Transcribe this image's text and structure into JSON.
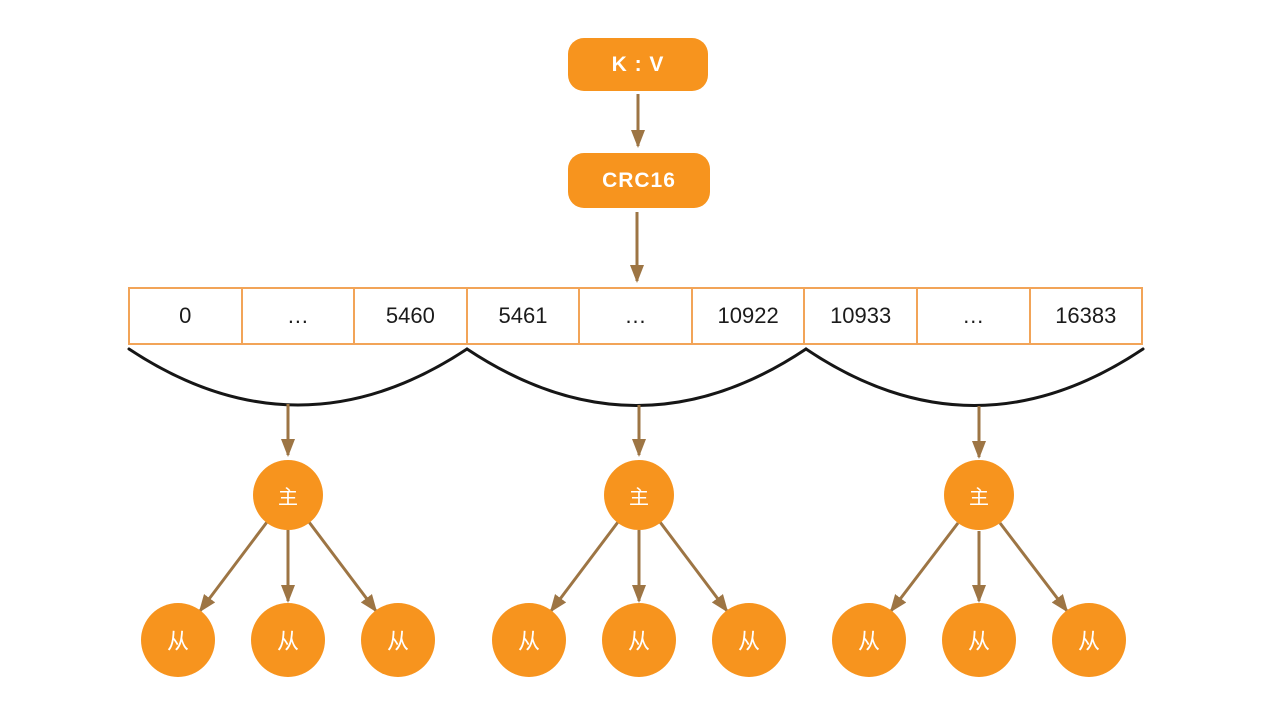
{
  "diagram": {
    "title_hint": "redis-cluster-hash-slots",
    "kv_label": "K : V",
    "crc_label": "CRC16",
    "slots": [
      "0",
      "…",
      "5460",
      "5461",
      "…",
      "10922",
      "10933",
      "…",
      "16383"
    ],
    "master_label": "主",
    "slave_label": "从",
    "colors": {
      "node_orange": "#F7941E",
      "table_border": "#F2A458",
      "arrow_brown": "#9D7544",
      "arc_black": "#161616",
      "cell_text": "#1b1b1b",
      "node_text": "#ffffff"
    }
  }
}
